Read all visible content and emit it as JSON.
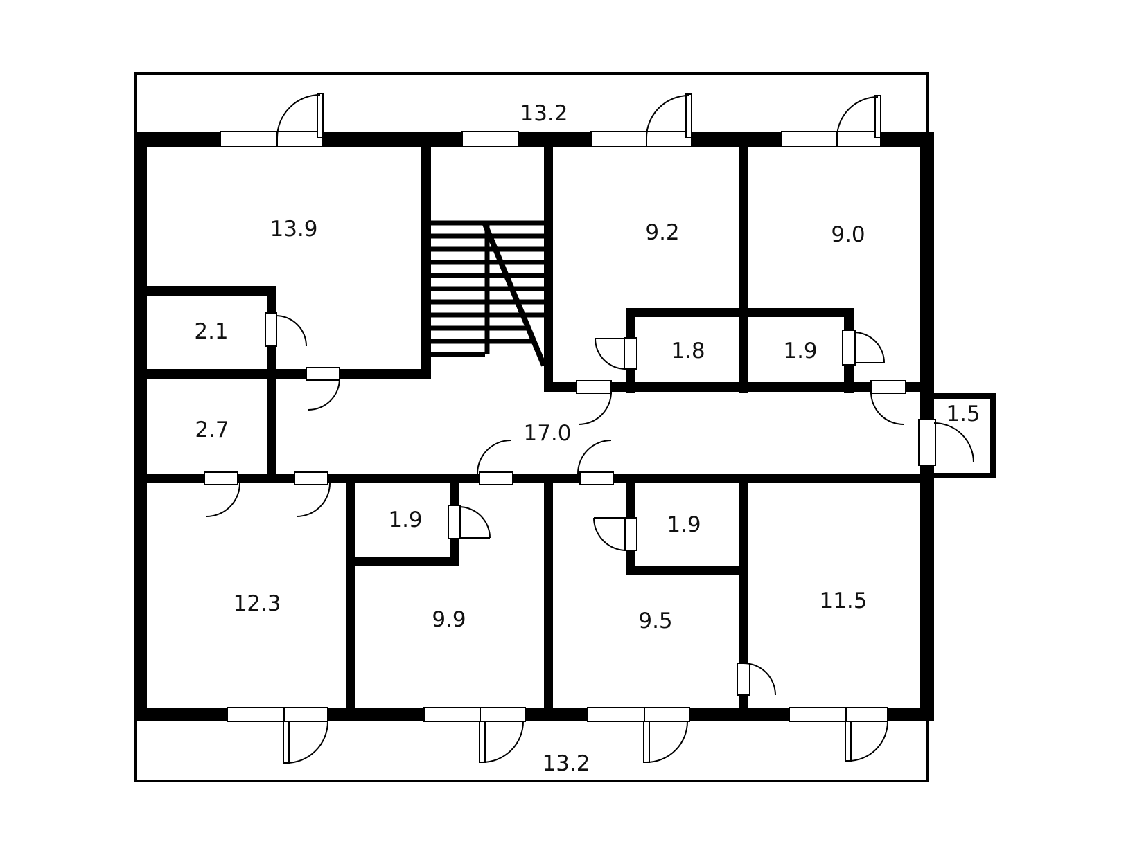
{
  "plan": {
    "type": "apartment-floor-plan",
    "wall_color": "#000000",
    "background_color": "#ffffff",
    "rooms": [
      {
        "id": "balcony-top",
        "area": "13.2"
      },
      {
        "id": "room-13-9",
        "area": "13.9"
      },
      {
        "id": "room-9-2",
        "area": "9.2"
      },
      {
        "id": "room-9-0",
        "area": "9.0"
      },
      {
        "id": "room-2-1",
        "area": "2.1"
      },
      {
        "id": "room-1-8",
        "area": "1.8"
      },
      {
        "id": "room-1-9-upper",
        "area": "1.9"
      },
      {
        "id": "balcony-right-1-5",
        "area": "1.5"
      },
      {
        "id": "room-2-7",
        "area": "2.7"
      },
      {
        "id": "corridor-17-0",
        "area": "17.0"
      },
      {
        "id": "room-1-9-lower-left",
        "area": "1.9"
      },
      {
        "id": "room-1-9-lower-right",
        "area": "1.9"
      },
      {
        "id": "room-12-3",
        "area": "12.3"
      },
      {
        "id": "room-9-9",
        "area": "9.9"
      },
      {
        "id": "room-9-5",
        "area": "9.5"
      },
      {
        "id": "room-11-5",
        "area": "11.5"
      },
      {
        "id": "balcony-bottom",
        "area": "13.2"
      }
    ]
  }
}
